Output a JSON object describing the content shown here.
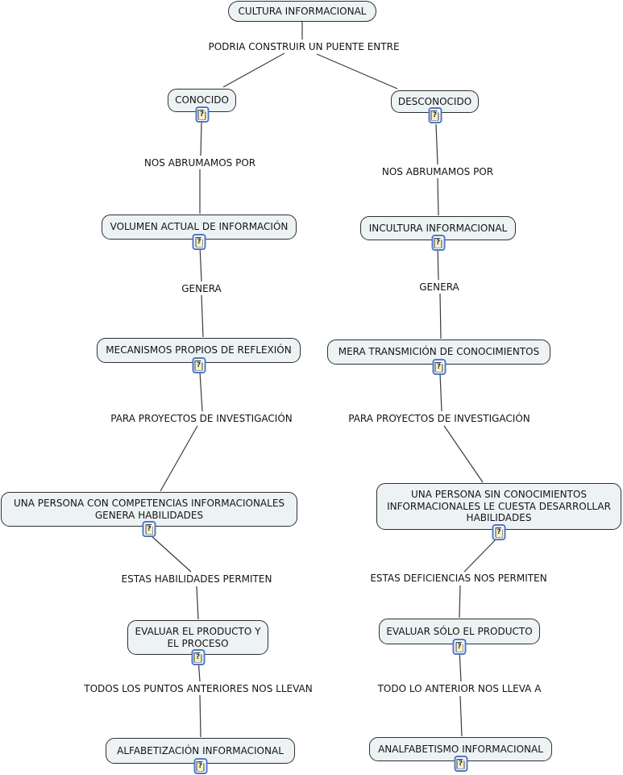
{
  "title": "CULTURA INFORMACIONAL concept map",
  "nodes": {
    "cultura": {
      "label": "CULTURA INFORMACIONAL"
    },
    "conocido": {
      "label": "CONOCIDO"
    },
    "desconocido": {
      "label": "DESCONOCIDO"
    },
    "volumen": {
      "label": "VOLUMEN ACTUAL DE INFORMACIÓN"
    },
    "incultura": {
      "label": "INCULTURA INFORMACIONAL"
    },
    "mecanismos": {
      "label": "MECANISMOS PROPIOS DE REFLEXIÓN"
    },
    "mera": {
      "label": "MERA TRANSMICIÓN DE CONOCIMIENTOS"
    },
    "persona_con": {
      "label": "UNA PERSONA  CON COMPETENCIAS INFORMACIONALES GENERA HABILIDADES"
    },
    "persona_sin": {
      "label": "UNA PERSONA SIN CONOCIMIENTOS INFORMACIONALES LE CUESTA DESARROLLAR HABILIDADES"
    },
    "evaluar_pp": {
      "label": "EVALUAR EL PRODUCTO Y EL PROCESO"
    },
    "evaluar_solo": {
      "label": "EVALUAR SÓLO EL PRODUCTO"
    },
    "alfabetizacion": {
      "label": "ALFABETIZACIÓN  INFORMACIONAL"
    },
    "analfabetismo": {
      "label": "ANALFABETISMO INFORMACIONAL"
    }
  },
  "phrases": {
    "puente": "PODRIA CONSTRUIR UN PUENTE ENTRE",
    "abrumamos_l": "NOS ABRUMAMOS POR",
    "abrumamos_r": "NOS ABRUMAMOS POR",
    "genera_l": "GENERA",
    "genera_r": "GENERA",
    "proyectos_l": "PARA PROYECTOS DE INVESTIGACIÓN",
    "proyectos_r": "PARA PROYECTOS DE INVESTIGACIÓN",
    "habilidades": "ESTAS HABILIDADES PERMITEN",
    "deficiencias": "ESTAS DEFICIENCIAS NOS PERMITEN",
    "todos_llevan": "TODOS LOS PUNTOS ANTERIORES NOS LLEVAN",
    "todo_lleva": "TODO LO ANTERIOR NOS LLEVA A"
  },
  "icon": {
    "name": "resource-question-icon",
    "glyph": "?"
  },
  "colors": {
    "node_fill": "#edf3f4",
    "node_border": "#2f2f2f",
    "edge_line": "#3a3a3a",
    "text": "#141414",
    "icon_border": "#4d79c7",
    "icon_page": "#f7f0c8"
  }
}
